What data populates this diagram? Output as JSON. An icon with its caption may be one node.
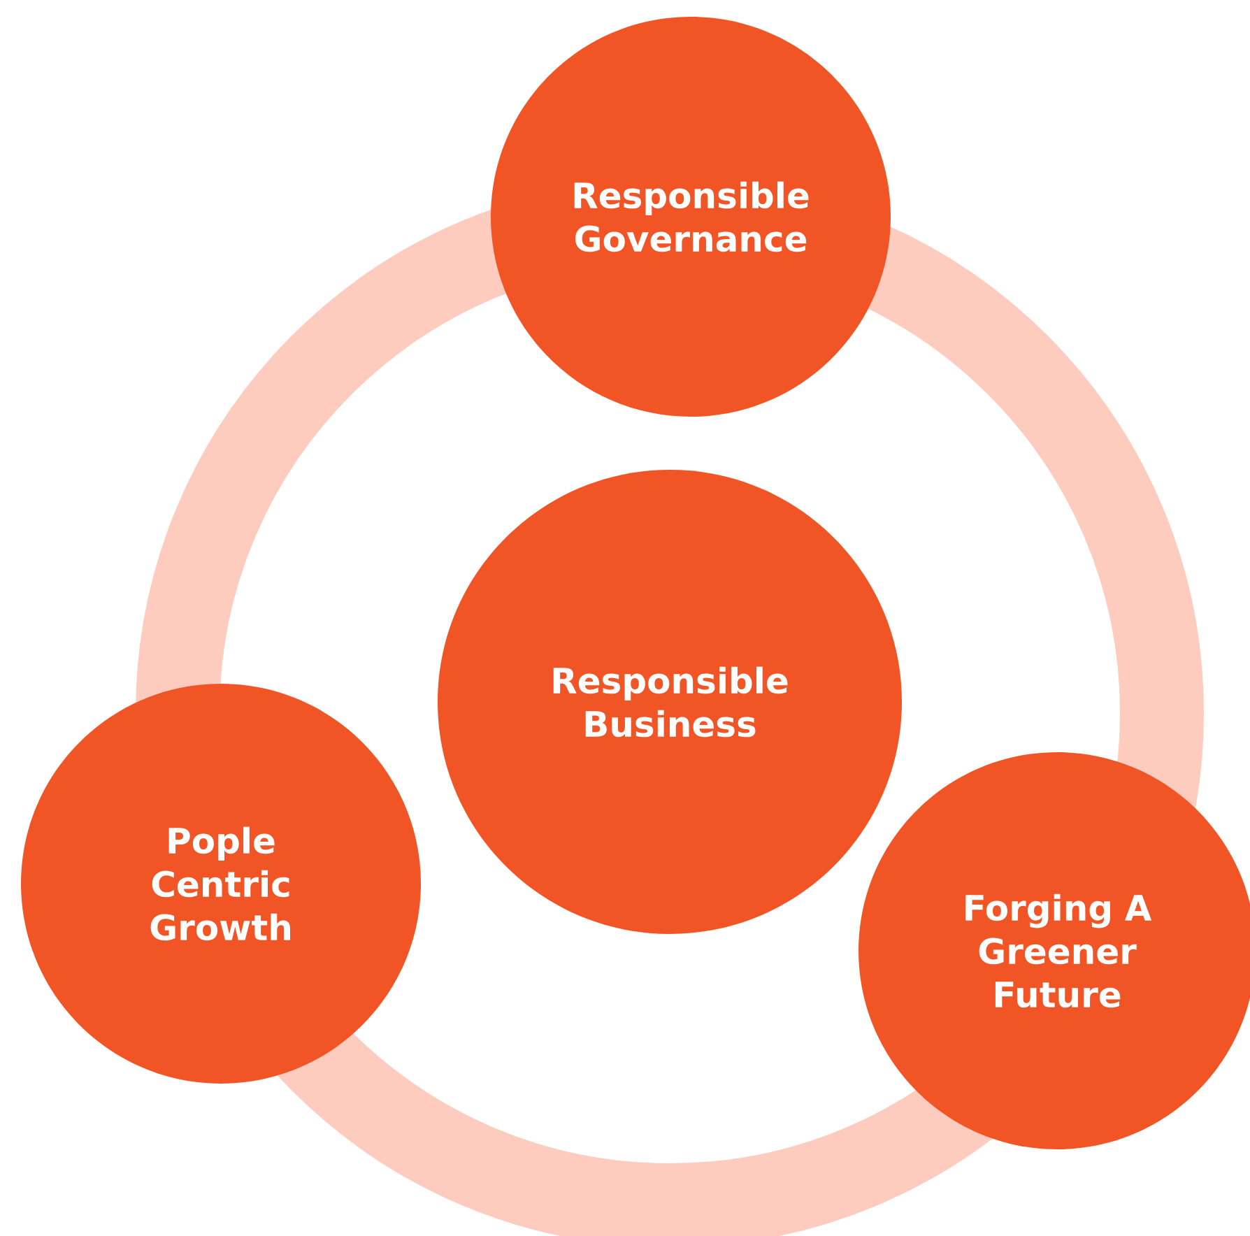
{
  "diagram": {
    "nodes": [
      {
        "text": [
          "Responsible Governance"
        ]
      },
      {
        "text": [
          "Responsible Business"
        ]
      },
      {
        "text": [
          "Pople Centric Growth"
        ]
      },
      {
        "text": [
          "Forging A Greener Future"
        ]
      }
    ]
  }
}
